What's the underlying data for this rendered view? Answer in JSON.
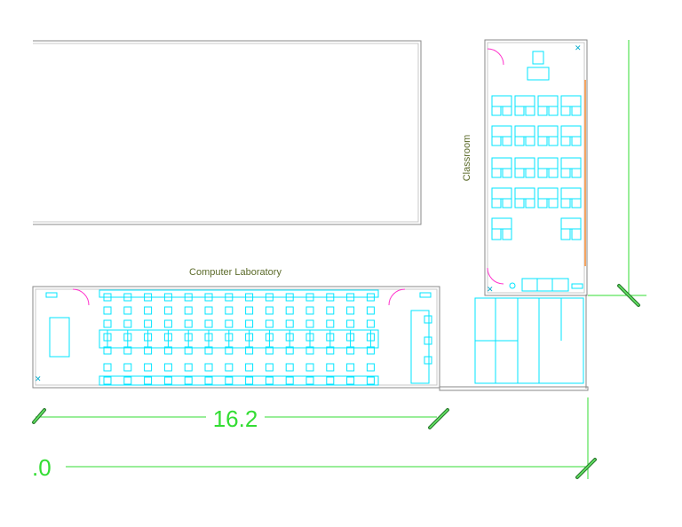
{
  "rooms": {
    "lab_label": "Computer Laboratory",
    "classroom_label": "Classroom"
  },
  "dimensions": {
    "lab_length": "16.2",
    "overall_length": ".0"
  },
  "colors": {
    "wall": "#7f7f7f",
    "furniture": "#00e5ff",
    "door": "#ff33cc",
    "dimension": "#33dd33",
    "label": "#5c6b2a",
    "window": "#f4a460"
  }
}
